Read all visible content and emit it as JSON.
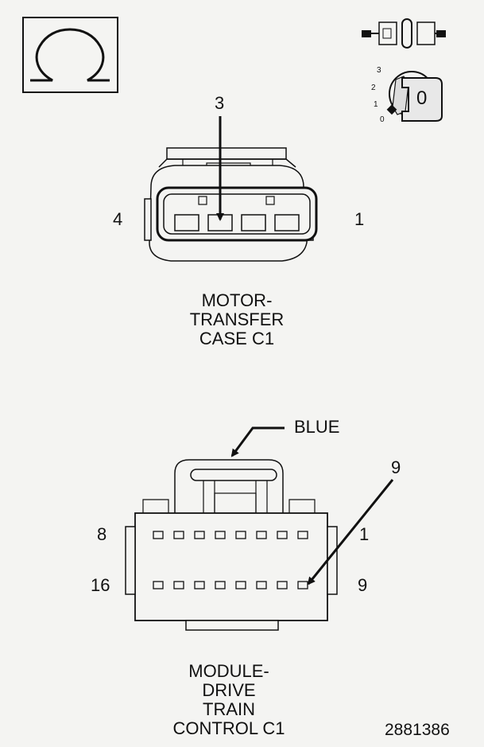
{
  "meter_icon": {
    "symbol": "Ω",
    "icon": "ohmmeter-icon"
  },
  "ignition_icon": {
    "icon": "ignition-key-icon",
    "key_label": "0",
    "positions": [
      "3",
      "2",
      "1",
      "0"
    ]
  },
  "disconnect_icon": {
    "icon": "connector-disconnect-icon"
  },
  "connector_c1_motor": {
    "pin_callout": "3",
    "left_pin": "4",
    "right_pin": "1",
    "caption": [
      "MOTOR-",
      "TRANSFER",
      "CASE C1"
    ]
  },
  "connector_c1_module": {
    "color_callout": "BLUE",
    "pin_callout": "9",
    "top_left_pin": "8",
    "top_right_pin": "1",
    "bottom_left_pin": "16",
    "bottom_right_pin": "9",
    "caption": [
      "MODULE-",
      "DRIVE",
      "TRAIN",
      "CONTROL C1"
    ]
  },
  "figure_id": "2881386",
  "colors": {
    "line": "#111111",
    "background": "#f4f4f2"
  }
}
